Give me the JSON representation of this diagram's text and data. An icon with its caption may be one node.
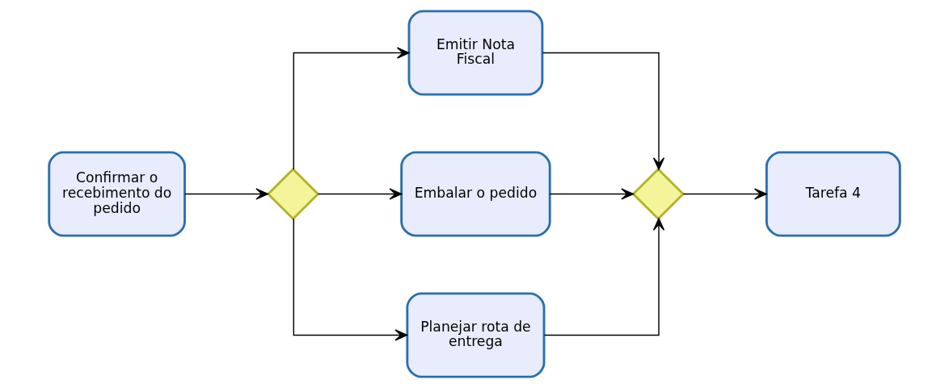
{
  "diagram": {
    "nodes": [
      {
        "text": [
          "Confirmar o recebimento do pedido"
        ]
      },
      {
        "text": [],
        "shape": "diamond"
      },
      {
        "text": [
          "Emitir Nota Fiscal"
        ]
      },
      {
        "text": [
          "Embalar o pedido"
        ]
      },
      {
        "text": [
          "Planejar rota de entrega"
        ]
      },
      {
        "text": [],
        "shape": "diamond"
      },
      {
        "text": [
          "Tarefa 4"
        ]
      }
    ],
    "edges": [
      {
        "from": 0,
        "to": 1,
        "arrow": "to"
      },
      {
        "from": 1,
        "to": 2,
        "arrow": "to"
      },
      {
        "from": 1,
        "to": 3,
        "arrow": "to"
      },
      {
        "from": 1,
        "to": 4,
        "arrow": "to"
      },
      {
        "from": 2,
        "to": 5,
        "arrow": "to"
      },
      {
        "from": 3,
        "to": 5,
        "arrow": "to"
      },
      {
        "from": 4,
        "to": 5,
        "arrow": "to"
      },
      {
        "from": 5,
        "to": 6,
        "arrow": "to"
      }
    ]
  }
}
